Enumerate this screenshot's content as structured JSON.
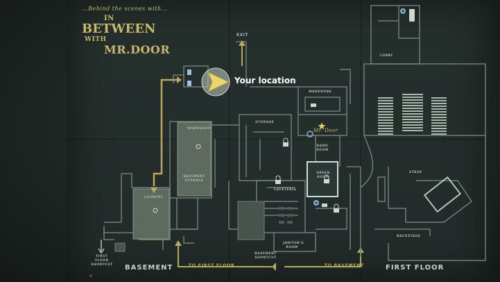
{
  "header": {
    "subtitle": "...Behind the scenes with...",
    "title_in": "IN",
    "title_between": "BETWEEN",
    "title_with": "WITH",
    "title_mrdoor": "MR.DOOR"
  },
  "player_marker": {
    "label": "Your location"
  },
  "rooms": {
    "exit": "EXIT",
    "lobby": "LOBBY",
    "wardrobe": "WARDROBE",
    "storage": "STORAGE",
    "workshop": "WORKSHOP",
    "basement_storage": "BASEMENT STORAGE",
    "band_room": "BAND ROOM",
    "green_room": "GREEN ROOM",
    "cafeteria": "CAFETERIA",
    "stage": "STAGE",
    "backstage": "BACKSTAGE",
    "laundry": "LAUNDRY",
    "janitors_room": "JANITOR'S ROOM",
    "basement_shortcut": "BASEMENT SHORTCUT",
    "first_floor_shortcut": "FIRST FLOOR SHORTCUT",
    "mr_door": "Mr. Door"
  },
  "floors": {
    "basement": "BASEMENT",
    "first_floor": "FIRST FLOOR"
  },
  "connectors": {
    "to_first_floor": "TO FIRST FLOOR",
    "to_basement": "TO BASEMENT"
  },
  "colors": {
    "accent_gold": "#c8b96c",
    "map_line": "#6f7f77",
    "highlight": "#cfe0d6",
    "paper": "#222b29"
  },
  "icons": [
    "player-arrow-icon",
    "lock-icon",
    "camera-icon",
    "star-icon",
    "collectible-icon",
    "light-icon"
  ]
}
